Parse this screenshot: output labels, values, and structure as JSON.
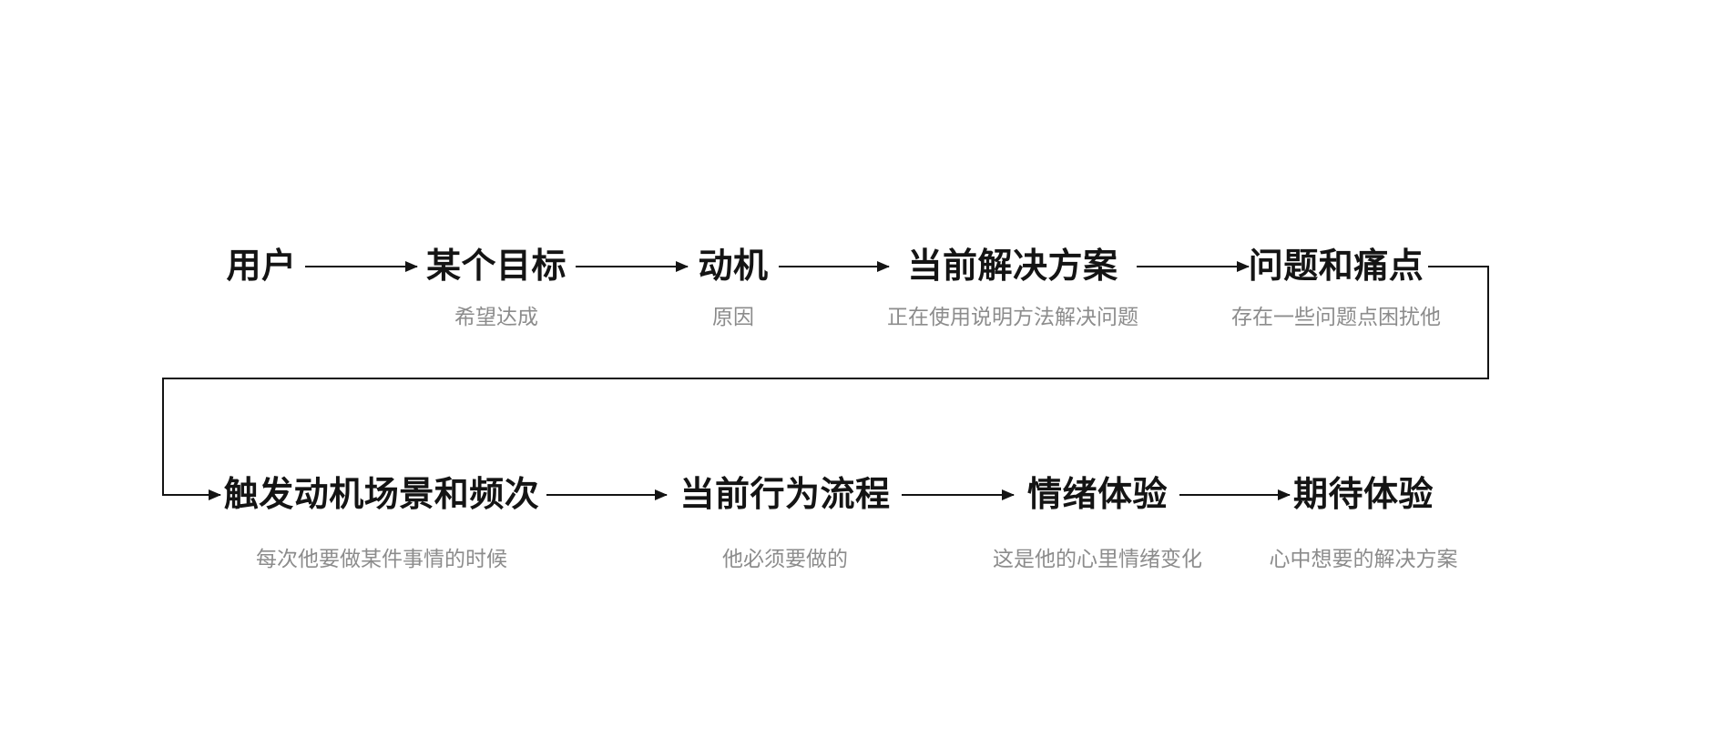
{
  "diagram": {
    "colors": {
      "label": "#141414",
      "note": "#8c8c8c",
      "line": "#141414",
      "background": "#ffffff"
    },
    "rows": [
      {
        "nodes": [
          {
            "label": "用户",
            "note": ""
          },
          {
            "label": "某个目标",
            "note": "希望达成"
          },
          {
            "label": "动机",
            "note": "原因"
          },
          {
            "label": "当前解决方案",
            "note": "正在使用说明方法解决问题"
          },
          {
            "label": "问题和痛点",
            "note": "存在一些问题点困扰他"
          }
        ]
      },
      {
        "nodes": [
          {
            "label": "触发动机场景和频次",
            "note": "每次他要做某件事情的时候"
          },
          {
            "label": "当前行为流程",
            "note": "他必须要做的"
          },
          {
            "label": "情绪体验",
            "note": "这是他的心里情绪变化"
          },
          {
            "label": "期待体验",
            "note": "心中想要的解决方案"
          }
        ]
      }
    ]
  }
}
